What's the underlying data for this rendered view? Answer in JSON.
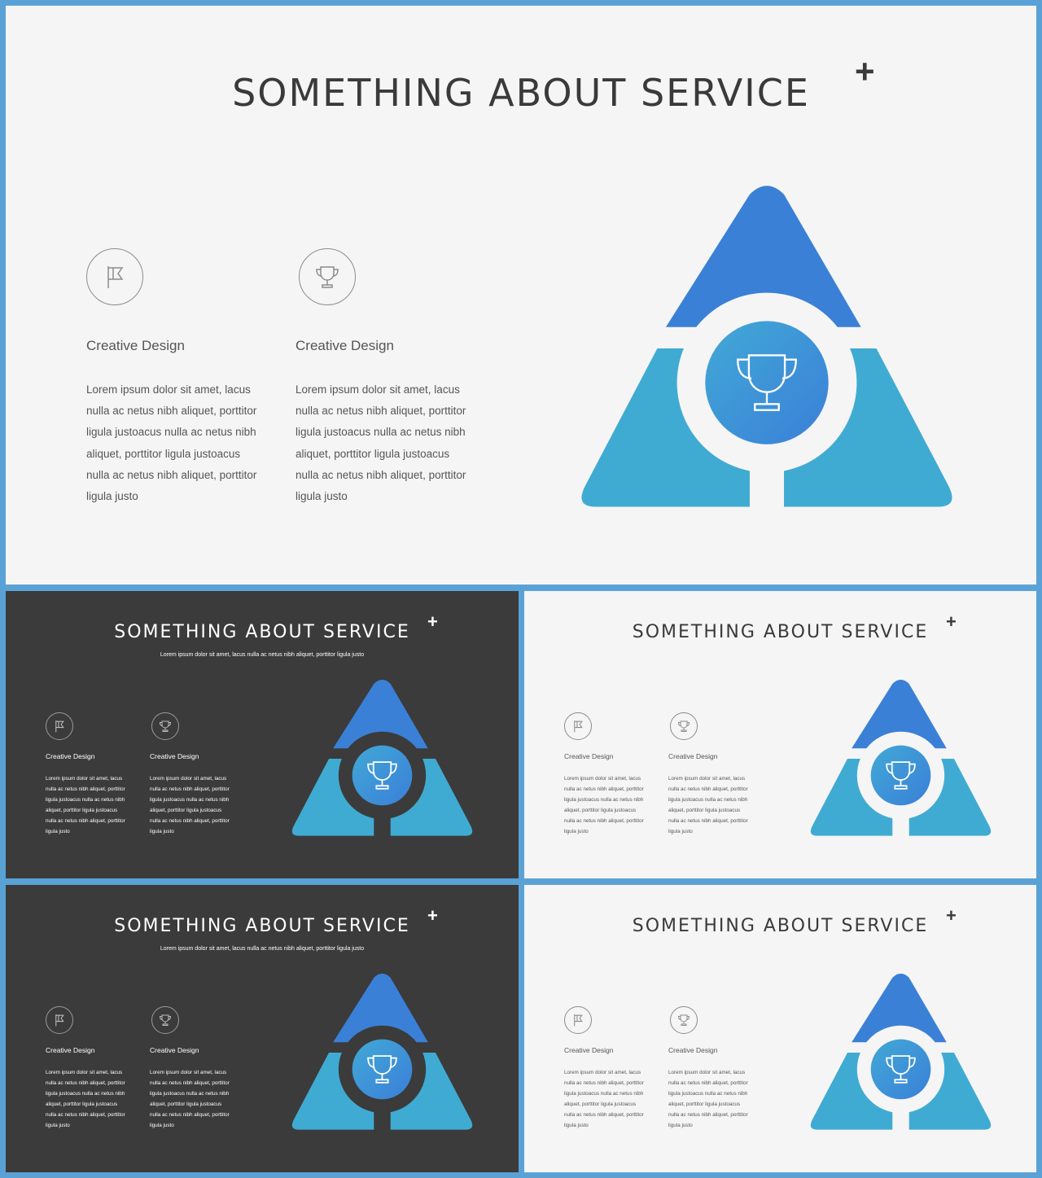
{
  "colors": {
    "frame": "#5aa2d6",
    "light_bg": "#f5f5f5",
    "dark_bg": "#3b3b3b",
    "triangle_top": "#3a80d6",
    "triangle_bottom": "#40abd2",
    "center_light": "#42a9d6",
    "center_dark": "#3a7fd8"
  },
  "main": {
    "title": "SOMETHING  ABOUT SERVICE",
    "plus": "+",
    "col1": {
      "icon": "flag-icon",
      "heading": "Creative Design",
      "lines": [
        "Lorem ipsum dolor sit amet, lacus",
        "nulla ac netus nibh aliquet, porttitor",
        "ligula justoacus nulla ac netus nibh",
        "aliquet, porttitor ligula justoacus",
        "nulla ac netus nibh aliquet, porttitor",
        "ligula justo"
      ]
    },
    "col2": {
      "icon": "trophy-icon",
      "heading": "Creative Design",
      "lines": [
        "Lorem ipsum dolor sit amet, lacus",
        "nulla ac netus nibh aliquet, porttitor",
        "ligula justoacus nulla ac netus nibh",
        "aliquet, porttitor ligula justoacus",
        "nulla ac netus nibh aliquet, porttitor",
        "ligula justo"
      ]
    },
    "center_icon": "trophy-icon"
  },
  "thumbs": [
    {
      "title": "SOMETHING  ABOUT SERVICE",
      "subtitle": "Lorem ipsum dolor sit amet, lacus nulla ac netus nibh aliquet, porttitor ligula justo",
      "plus": "+",
      "col1": {
        "heading": "Creative Design",
        "lines": [
          "Lorem ipsum dolor sit amet, lacus",
          "nulla ac netus nibh aliquet, porttitor",
          "ligula justoacus nulla ac netus nibh",
          "aliquet, porttitor ligula justoacus",
          "nulla ac netus nibh aliquet, porttitor",
          "ligula justo"
        ]
      },
      "col2": {
        "heading": "Creative Design",
        "lines": [
          "Lorem ipsum dolor sit amet, lacus",
          "nulla ac netus nibh aliquet, porttitor",
          "ligula justoacus nulla ac netus nibh",
          "aliquet, porttitor ligula justoacus",
          "nulla ac netus nibh aliquet, porttitor",
          "ligula justo"
        ]
      }
    },
    {
      "title": "SOMETHING  ABOUT SERVICE",
      "plus": "+",
      "col1": {
        "heading": "Creative Design",
        "lines": [
          "Lorem ipsum dolor sit amet, lacus",
          "nulla ac netus nibh aliquet, porttitor",
          "ligula justoacus nulla ac netus nibh",
          "aliquet, porttitor ligula justoacus",
          "nulla ac netus nibh aliquet, porttitor",
          "ligula justo"
        ]
      },
      "col2": {
        "heading": "Creative Design",
        "lines": [
          "Lorem ipsum dolor sit amet, lacus",
          "nulla ac netus nibh aliquet, porttitor",
          "ligula justoacus nulla ac netus nibh",
          "aliquet, porttitor ligula justoacus",
          "nulla ac netus nibh aliquet, porttitor",
          "ligula justo"
        ]
      }
    },
    {
      "title": "SOMETHING  ABOUT SERVICE",
      "subtitle": "Lorem ipsum dolor sit amet, lacus nulla ac netus nibh aliquet, porttitor ligula justo",
      "plus": "+",
      "col1": {
        "heading": "Creative Design",
        "lines": [
          "Lorem ipsum dolor sit amet, lacus",
          "nulla ac netus nibh aliquet, porttitor",
          "ligula justoacus nulla ac netus nibh",
          "aliquet, porttitor ligula justoacus",
          "nulla ac netus nibh aliquet, porttitor",
          "ligula justo"
        ]
      },
      "col2": {
        "heading": "Creative Design",
        "lines": [
          "Lorem ipsum dolor sit amet, lacus",
          "nulla ac netus nibh aliquet, porttitor",
          "ligula justoacus nulla ac netus nibh",
          "aliquet, porttitor ligula justoacus",
          "nulla ac netus nibh aliquet, porttitor",
          "ligula justo"
        ]
      }
    },
    {
      "title": "SOMETHING  ABOUT SERVICE",
      "plus": "+",
      "col1": {
        "heading": "Creative Design",
        "lines": [
          "Lorem ipsum dolor sit amet, lacus",
          "nulla ac netus nibh aliquet, porttitor",
          "ligula justoacus nulla ac netus nibh",
          "aliquet, porttitor ligula justoacus",
          "nulla ac netus nibh aliquet, porttitor",
          "ligula justo"
        ]
      },
      "col2": {
        "heading": "Creative Design",
        "lines": [
          "Lorem ipsum dolor sit amet, lacus",
          "nulla ac netus nibh aliquet, porttitor",
          "ligula justoacus nulla ac netus nibh",
          "aliquet, porttitor ligula justoacus",
          "nulla ac netus nibh aliquet, porttitor",
          "ligula justo"
        ]
      }
    }
  ]
}
